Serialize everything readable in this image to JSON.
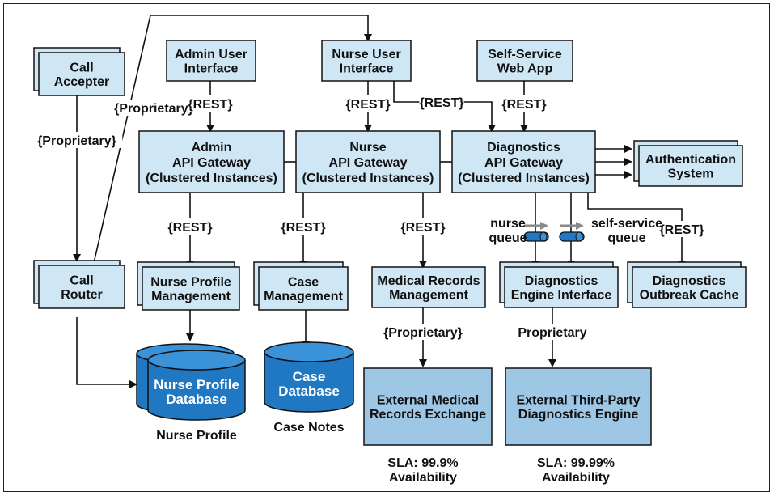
{
  "components": {
    "call_accepter": [
      "Call",
      "Accepter"
    ],
    "call_router": [
      "Call",
      "Router"
    ],
    "admin_ui": [
      "Admin User",
      "Interface"
    ],
    "nurse_ui": [
      "Nurse User",
      "Interface"
    ],
    "self_service": [
      "Self-Service",
      "Web App"
    ],
    "admin_gw": [
      "Admin",
      "API Gateway",
      "(Clustered Instances)"
    ],
    "nurse_gw": [
      "Nurse",
      "API Gateway",
      "(Clustered Instances)"
    ],
    "diag_gw": [
      "Diagnostics",
      "API Gateway",
      "(Clustered Instances)"
    ],
    "auth": [
      "Authentication",
      "System"
    ],
    "nurse_profile_mgmt": [
      "Nurse Profile",
      "Management"
    ],
    "case_mgmt": [
      "Case",
      "Management"
    ],
    "medical_records_mgmt": [
      "Medical Records",
      "Management"
    ],
    "diag_engine_iface": [
      "Diagnostics",
      "Engine Interface"
    ],
    "outbreak_cache": [
      "Diagnostics",
      "Outbreak Cache"
    ],
    "ext_medical": [
      "External Medical",
      "Records Exchange"
    ],
    "ext_diag": [
      "External Third-Party",
      "Diagnostics Engine"
    ]
  },
  "databases": {
    "nurse_profile_db": {
      "label": [
        "Nurse Profile",
        "Database"
      ],
      "caption": "Nurse Profile"
    },
    "case_db": {
      "label": [
        "Case",
        "Database"
      ],
      "caption": "Case Notes"
    }
  },
  "labels": {
    "proprietary_braced": "{Proprietary}",
    "proprietary_plain": "Proprietary",
    "rest": "{REST}",
    "nurse_queue": [
      "nurse",
      "queue"
    ],
    "self_service_queue": [
      "self-service",
      "queue"
    ]
  },
  "sla": {
    "medical": [
      "SLA: 99.9%",
      "Availability"
    ],
    "diag": [
      "SLA: 99.99%",
      "Availability"
    ]
  },
  "colors": {
    "box_fill": "#cfe6f5",
    "external_fill": "#9ec7e6",
    "db_fill": "#1f78c1",
    "db_top": "#3a92d8",
    "stroke": "#111111",
    "queue_fill": "#1f78c1"
  }
}
